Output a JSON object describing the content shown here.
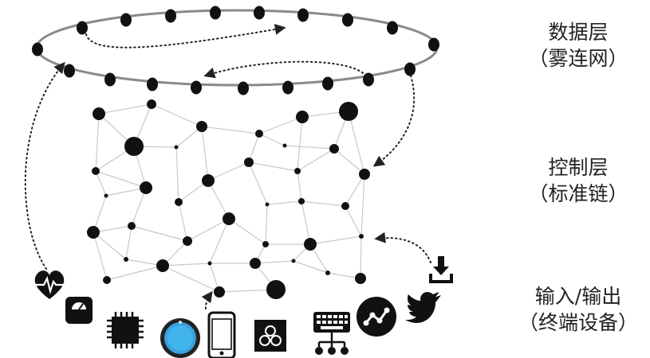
{
  "layers": {
    "data": {
      "title": "数据层",
      "subtitle": "（雾连网）"
    },
    "control": {
      "title": "控制层",
      "subtitle": "（标准链）"
    },
    "io": {
      "title": "输入/输出",
      "subtitle": "（终端设备）"
    }
  },
  "devices": [
    "heart-rate-icon",
    "weighing-scale-icon",
    "microchip-icon",
    "smart-speaker-icon",
    "smartphone-icon",
    "hub-logo-icon",
    "keyboard-network-icon",
    "analytics-chart-icon",
    "download-icon",
    "twitter-bird-icon"
  ],
  "colors": {
    "nodes": "#111111",
    "ring": "#8a8a8a",
    "links": "#c8c8c8",
    "arrows": "#222222"
  }
}
